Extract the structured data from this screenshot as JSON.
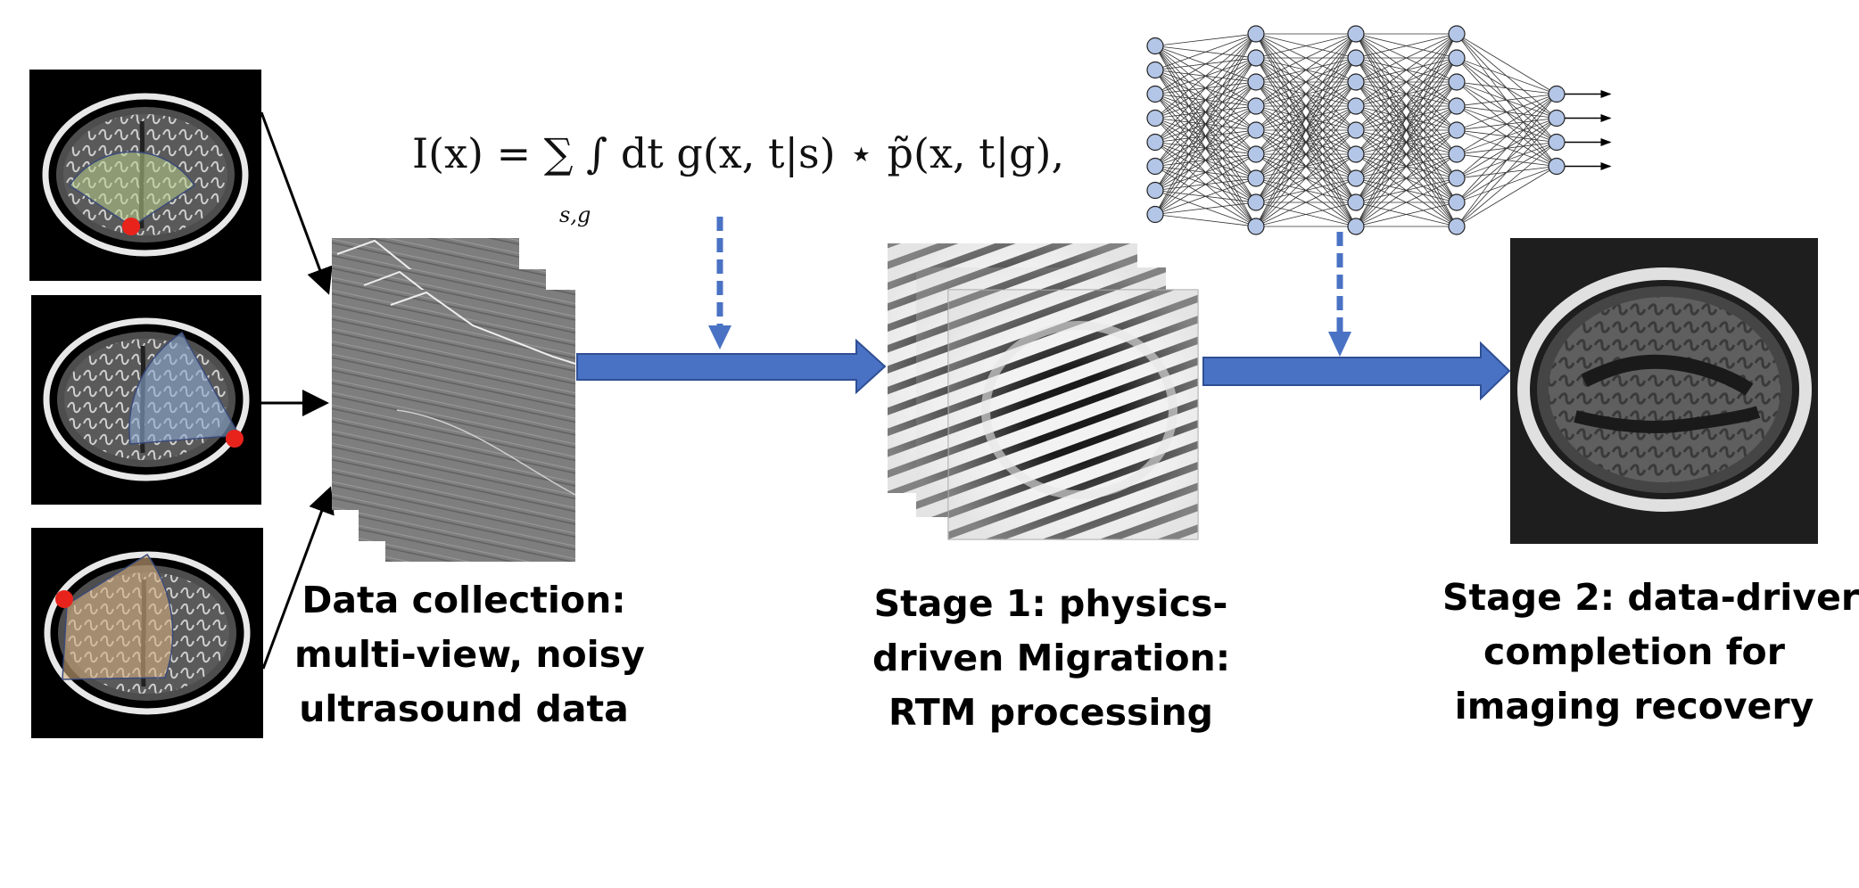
{
  "formula": {
    "text": "I(x) = ∑ ∫ dt g(x, t|s) ⋆ p̃(x, t|g),",
    "subscript": "s,g"
  },
  "captions": {
    "data_collection": [
      "Data collection:",
      "multi-view, noisy",
      "ultrasound data"
    ],
    "stage1": [
      "Stage 1: physics-",
      "driven Migration:",
      "RTM processing"
    ],
    "stage2": [
      "Stage 2: data-driver",
      "completion for",
      "imaging recovery"
    ]
  },
  "colors": {
    "arrow_blue": "#4a72c4",
    "neuron_fill": "#b4c6e7",
    "source_dot": "#e8231c",
    "fan_green": "#b8cf8a",
    "fan_blue": "#8aa6d0",
    "fan_tan": "#d6ad7e"
  },
  "network": {
    "layer_sizes": [
      8,
      9,
      9,
      9,
      4
    ]
  }
}
